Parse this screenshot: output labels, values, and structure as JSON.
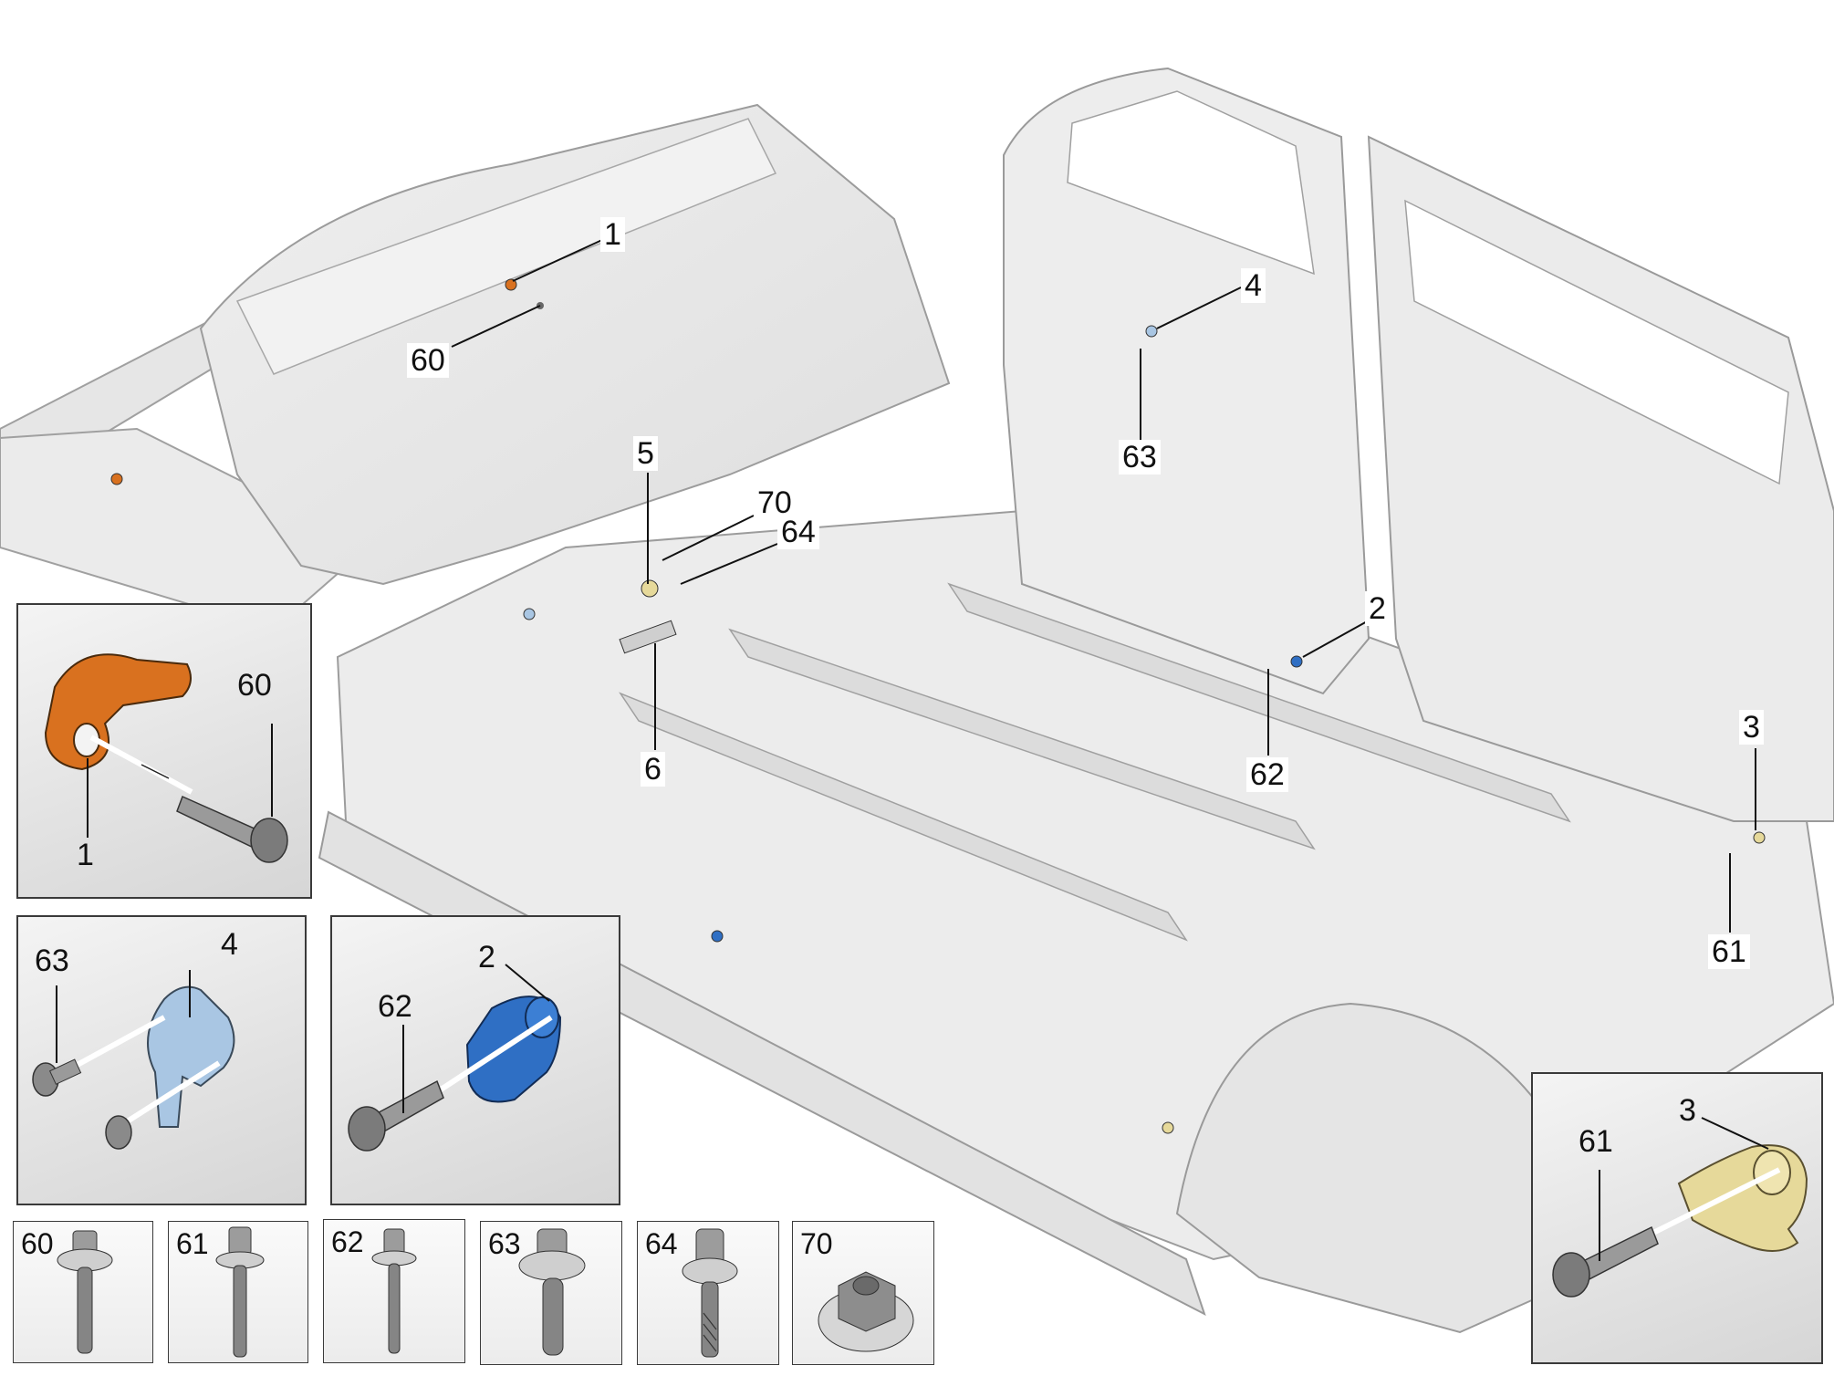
{
  "diagram": {
    "type": "exploded-parts-view",
    "subject": "vehicle body-in-white floor and side structure with mounting brackets",
    "colors": {
      "body_fill": "#e9e9e9",
      "body_stroke": "#9a9a9a",
      "part_1_orange": "#d9711f",
      "part_2_blue": "#2f6fc4",
      "part_3_tan": "#e6d99a",
      "part_4_lightblue": "#a9c6e3",
      "bolt_gray": "#8a8a8a",
      "leader_line": "#111111"
    },
    "main_callouts": [
      {
        "id": "c1-top",
        "label": "1"
      },
      {
        "id": "c60-top",
        "label": "60"
      },
      {
        "id": "c4",
        "label": "4"
      },
      {
        "id": "c63",
        "label": "63"
      },
      {
        "id": "c5",
        "label": "5"
      },
      {
        "id": "c70",
        "label": "70"
      },
      {
        "id": "c64",
        "label": "64"
      },
      {
        "id": "c6",
        "label": "6"
      },
      {
        "id": "c2",
        "label": "2"
      },
      {
        "id": "c62",
        "label": "62"
      },
      {
        "id": "c3",
        "label": "3"
      },
      {
        "id": "c61",
        "label": "61"
      }
    ],
    "detail_insets": [
      {
        "name": "inset-part-1",
        "labels": [
          "60",
          "1"
        ],
        "part_color": "orange"
      },
      {
        "name": "inset-part-4",
        "labels": [
          "63",
          "4"
        ],
        "part_color": "lightblue"
      },
      {
        "name": "inset-part-2",
        "labels": [
          "2",
          "62"
        ],
        "part_color": "blue"
      },
      {
        "name": "inset-part-3",
        "labels": [
          "3",
          "61"
        ],
        "part_color": "tan"
      }
    ],
    "fastener_thumbnails": [
      {
        "label": "60",
        "kind": "bolt"
      },
      {
        "label": "61",
        "kind": "bolt"
      },
      {
        "label": "62",
        "kind": "bolt"
      },
      {
        "label": "63",
        "kind": "bolt"
      },
      {
        "label": "64",
        "kind": "bolt"
      },
      {
        "label": "70",
        "kind": "nut"
      }
    ]
  }
}
